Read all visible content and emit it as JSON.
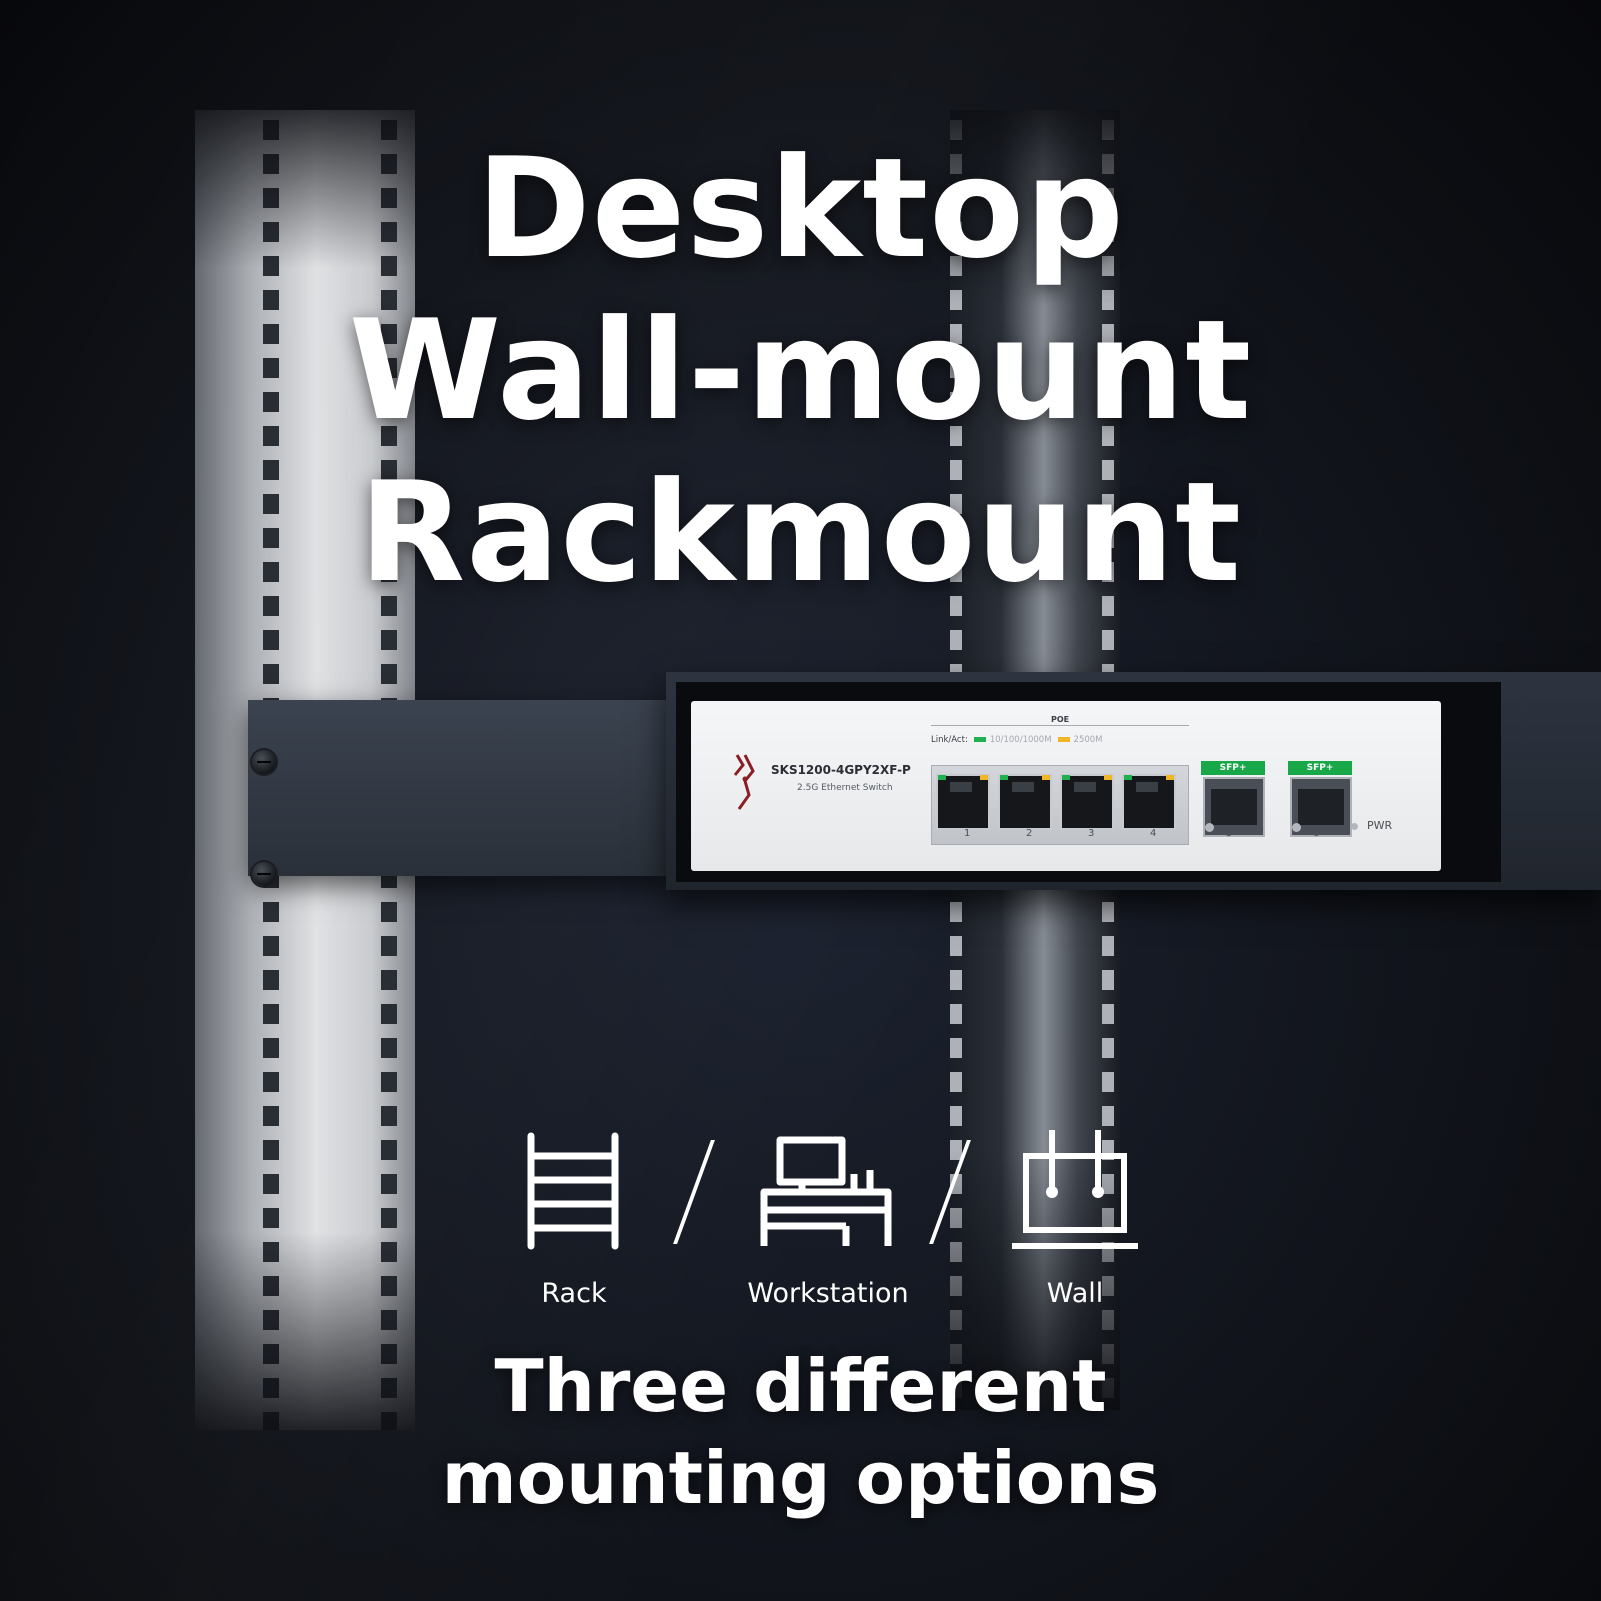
{
  "headline": {
    "line1": "Desktop",
    "line2": "Wall-mount",
    "line3": "Rackmount"
  },
  "device": {
    "model": "SKS1200-4GPY2XF-P",
    "description": "2.5G Ethernet Switch",
    "poe_label": "POE",
    "legend_label": "Link/Act:",
    "legend_speed_1": "10/100/1000M",
    "legend_speed_2": "2500M",
    "legend_color_1": "#1fb14f",
    "legend_color_2": "#f0b626",
    "rj45_ports": [
      "1",
      "2",
      "3",
      "4"
    ],
    "sfp_ports": [
      {
        "tag": "SFP+",
        "number": "5"
      },
      {
        "tag": "SFP+",
        "number": "6"
      }
    ],
    "power_label": "PWR"
  },
  "mounting_options": [
    {
      "label": "Rack",
      "icon": "rack-icon"
    },
    {
      "label": "Workstation",
      "icon": "workstation-icon"
    },
    {
      "label": "Wall",
      "icon": "wall-icon"
    }
  ],
  "tagline": {
    "line1": "Three different",
    "line2": "mounting options"
  }
}
